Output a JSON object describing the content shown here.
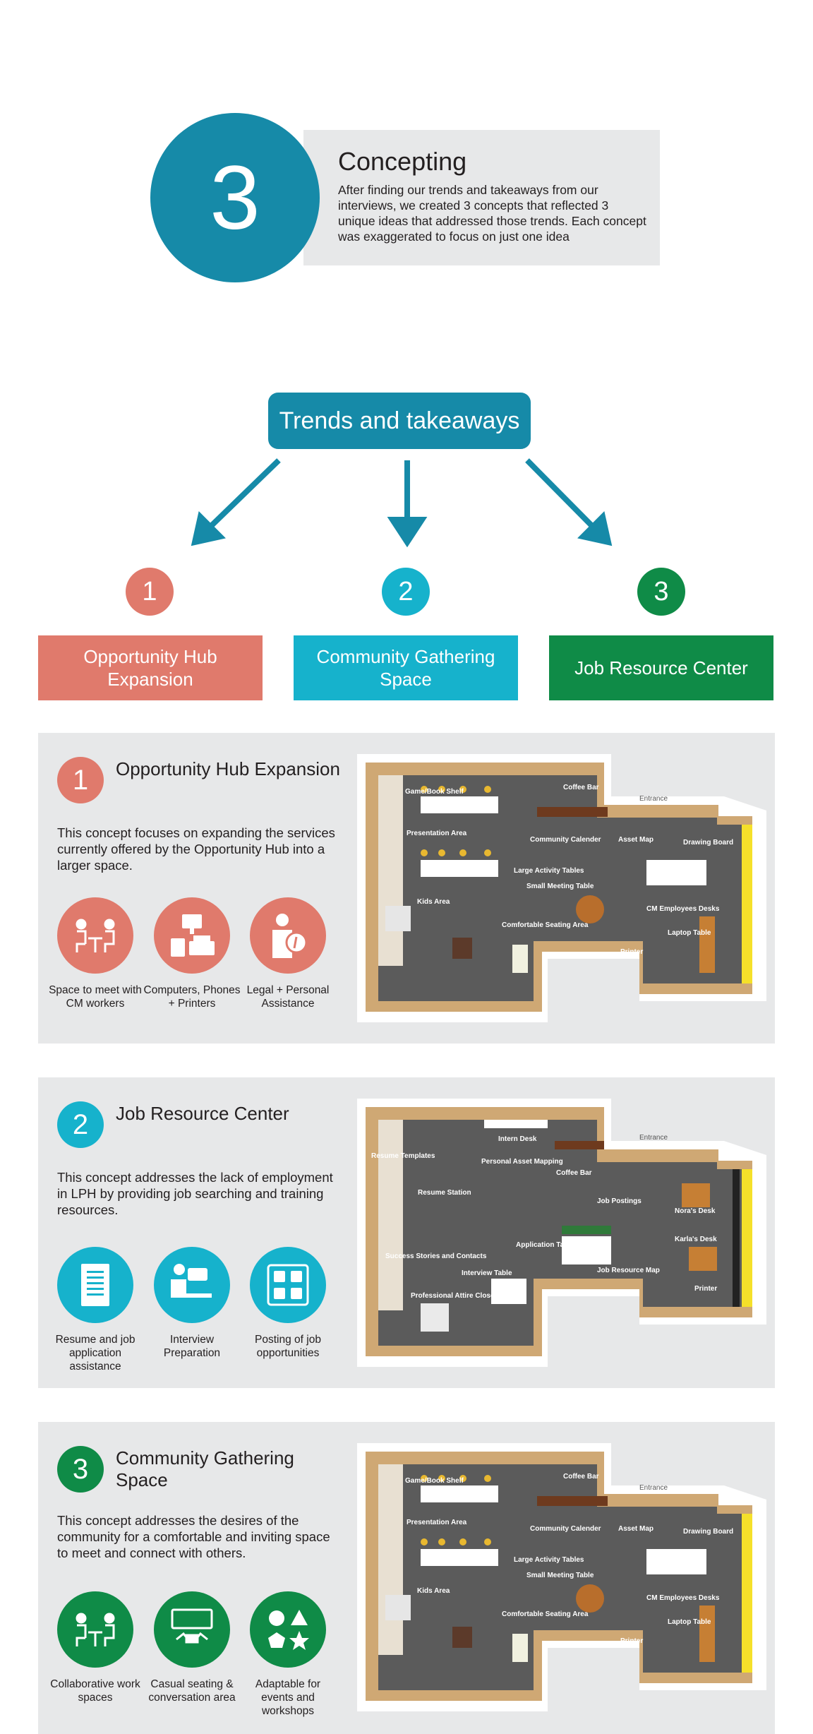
{
  "header": {
    "number": "3",
    "title": "Concepting",
    "description": "After finding our trends and takeaways from our interviews, we created 3 concepts that reflected 3 unique ideas that addressed those trends. Each concept was exaggerated to focus on just one idea"
  },
  "trends": {
    "label": "Trends and takeaways"
  },
  "concepts": [
    {
      "number": "1",
      "label": "Opportunity Hub Expansion",
      "color": "#e07a6c"
    },
    {
      "number": "2",
      "label": "Community Gathering Space",
      "color": "#16b2cc"
    },
    {
      "number": "3",
      "label": "Job Resource Center",
      "color": "#0f8b47"
    }
  ],
  "colors": {
    "teal_dark": "#168aa8",
    "panel_bg": "#e7e8e9"
  },
  "panels": [
    {
      "number": "1",
      "title": "Opportunity Hub Expansion",
      "color": "#e07a6c",
      "description": "This concept focuses on expanding the services currently offered by the Opportunity Hub into a larger space.",
      "features": [
        {
          "icon": "meeting-icon",
          "label": "Space to meet with CM workers"
        },
        {
          "icon": "computer-phone-printer-icon",
          "label": "Computers, Phones + Printers"
        },
        {
          "icon": "legal-assistance-icon",
          "label": "Legal + Personal Assistance"
        }
      ],
      "floor_labels": {
        "l1": "Game/Book Shelf",
        "l2": "Presentation Area",
        "l3": "Kids Area",
        "l4": "Large Activity Tables",
        "l5": "Comfortable Seating Area",
        "l6": "Coffee Bar",
        "l7": "Community Calender",
        "l8": "Asset Map",
        "l9": "Small Meeting Table",
        "l10": "Entrance",
        "l11": "Drawing Board",
        "l12": "CM Employees Desks",
        "l13": "Laptop Table",
        "l14": "Printer"
      }
    },
    {
      "number": "2",
      "title": "Job Resource Center",
      "color": "#16b2cc",
      "description": "This concept addresses the lack of employment in LPH by providing job searching and training resources.",
      "features": [
        {
          "icon": "resume-icon",
          "label": "Resume and job application assistance"
        },
        {
          "icon": "interview-icon",
          "label": "Interview Preparation"
        },
        {
          "icon": "job-board-icon",
          "label": "Posting of job opportunities"
        }
      ],
      "floor_labels": {
        "l1": "Resume Templates",
        "l2": "Resume Station",
        "l3": "Success Stories and Contacts",
        "l4": "Professional Attire Closet",
        "l5": "Interview Table",
        "l6": "Intern Desk",
        "l7": "Personal Asset Mapping",
        "l8": "Coffee Bar",
        "l9": "Entrance",
        "l10": "Job Postings",
        "l11": "Application Table",
        "l12": "Job Resource Map",
        "l13": "Nora's Desk",
        "l14": "Karla's Desk",
        "l15": "Printer"
      }
    },
    {
      "number": "3",
      "title": "Community Gathering Space",
      "color": "#0f8b47",
      "description": "This concept addresses the desires of the community for a comfortable and inviting space to meet and connect with others.",
      "features": [
        {
          "icon": "collaborative-icon",
          "label": "Collaborative work spaces"
        },
        {
          "icon": "casual-seating-icon",
          "label": "Casual seating & conversation area"
        },
        {
          "icon": "shapes-icon",
          "label": "Adaptable for events and workshops"
        }
      ],
      "floor_labels": {
        "l1": "Game/Book Shelf",
        "l2": "Presentation Area",
        "l3": "Kids Area",
        "l4": "Large Activity Tables",
        "l5": "Comfortable Seating Area",
        "l6": "Coffee Bar",
        "l7": "Community Calender",
        "l8": "Asset Map",
        "l9": "Small Meeting Table",
        "l10": "Entrance",
        "l11": "Drawing Board",
        "l12": "CM Employees Desks",
        "l13": "Laptop Table",
        "l14": "Printer"
      }
    }
  ]
}
